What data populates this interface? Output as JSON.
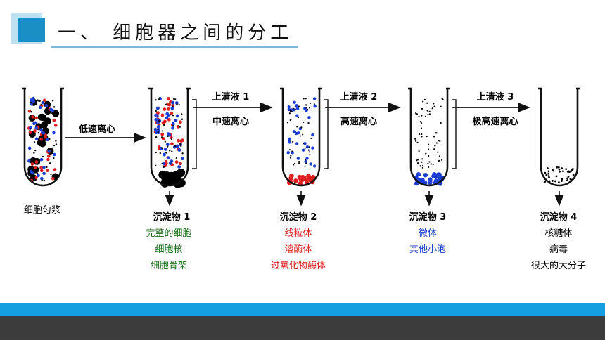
{
  "header": {
    "title": "一、 细胞器之间的分工",
    "accent_color": "#1a8fc6",
    "light_color": "#bfe0f0"
  },
  "steps": [
    {
      "label_top": "",
      "label_bottom": "低速离心"
    },
    {
      "label_top": "上清液 1",
      "label_bottom": "中速离心"
    },
    {
      "label_top": "上清液 2",
      "label_bottom": "高速离心"
    },
    {
      "label_top": "上清液 3",
      "label_bottom": "极高速离心"
    }
  ],
  "tubes": [
    {
      "caption": "细胞匀浆"
    },
    {
      "caption": "沉淀物 1",
      "items": [
        "完整的细胞",
        "细胞核",
        "细胞骨架"
      ],
      "color": "#1a6e1a"
    },
    {
      "caption": "沉淀物 2",
      "items": [
        "线粒体",
        "溶酶体",
        "过氧化物酶体"
      ],
      "color": "#e02020"
    },
    {
      "caption": "沉淀物 3",
      "items": [
        "微体",
        "其他小泡"
      ],
      "color": "#1a3fd6"
    },
    {
      "caption": "沉淀物 4",
      "items": [
        "核糖体",
        "病毒",
        "很大的大分子"
      ],
      "color": "#111111"
    }
  ],
  "footer": {
    "band_color": "#159fe0",
    "dark_color": "#3c3c3c"
  }
}
